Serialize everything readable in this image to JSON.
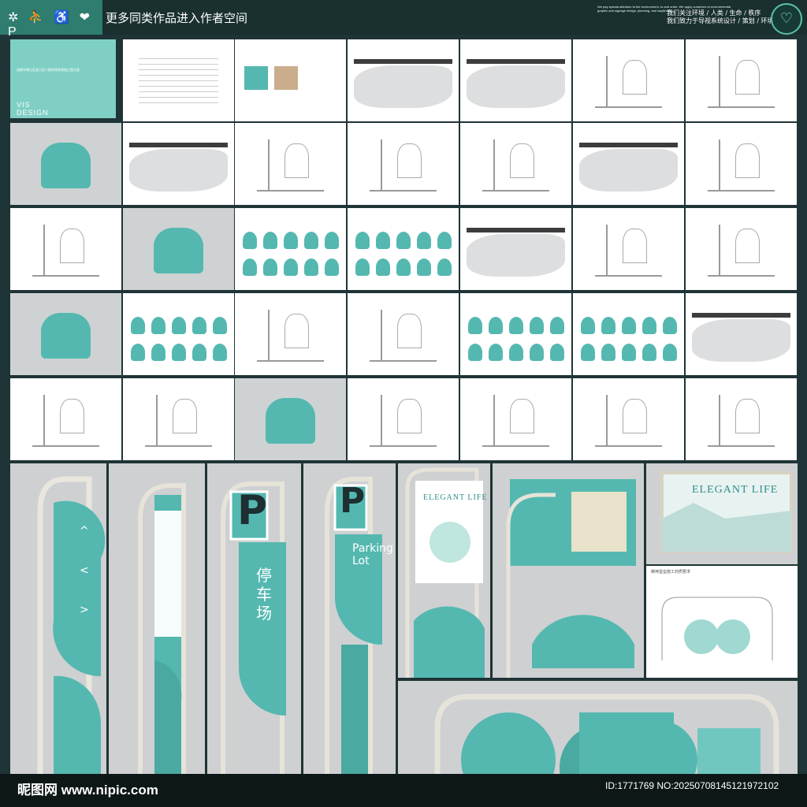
{
  "header": {
    "icon_glyphs": "✲ ⛹ ♿ ❤ P",
    "banner": "更多同类作品进入作者空间",
    "slogan_en": "We pay special attention to the environment, to and order. We apply ourselves to environmental graphic and signage design, planning, and wayfinding.",
    "slogan_cn_1": "我们关注环境 / 人类 / 生命 / 秩序",
    "slogan_cn_2": "我们致力于导视系统设计 / 策划 / 环境规划",
    "logo_icon": "heart-icon"
  },
  "title_panel": {
    "project": "成都市锦江区某小区二期导视系统施工图方案",
    "vis": "VIS",
    "design": "DESIGN"
  },
  "renders": {
    "parking_letter": "P",
    "parking_cn": "停车场",
    "parking_en": "Parking Lot",
    "elegant": "ELEGANT LIFE",
    "right_caption": "精神堡垒施工材质要求"
  },
  "footer": {
    "watermark": "昵图网 www.nipic.com",
    "id_text": "ID:1771769 NO:20250708145121972102"
  },
  "colors": {
    "accent": "#54b8b0",
    "background": "#1f3436"
  }
}
